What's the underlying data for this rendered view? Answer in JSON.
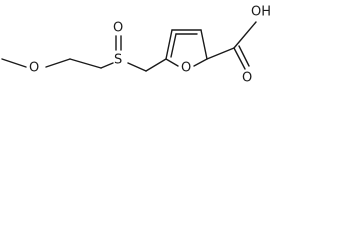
{
  "molecule": {
    "atoms": {
      "methoxy_o": "O",
      "sulfur": "S",
      "sulfinyl_o": "O",
      "ring_o": "O",
      "acid_oh": "OH",
      "acid_o": "O"
    }
  },
  "colors": {
    "bond": "#1a1a1a",
    "label": "#1a1a1a",
    "background": "#ffffff"
  }
}
